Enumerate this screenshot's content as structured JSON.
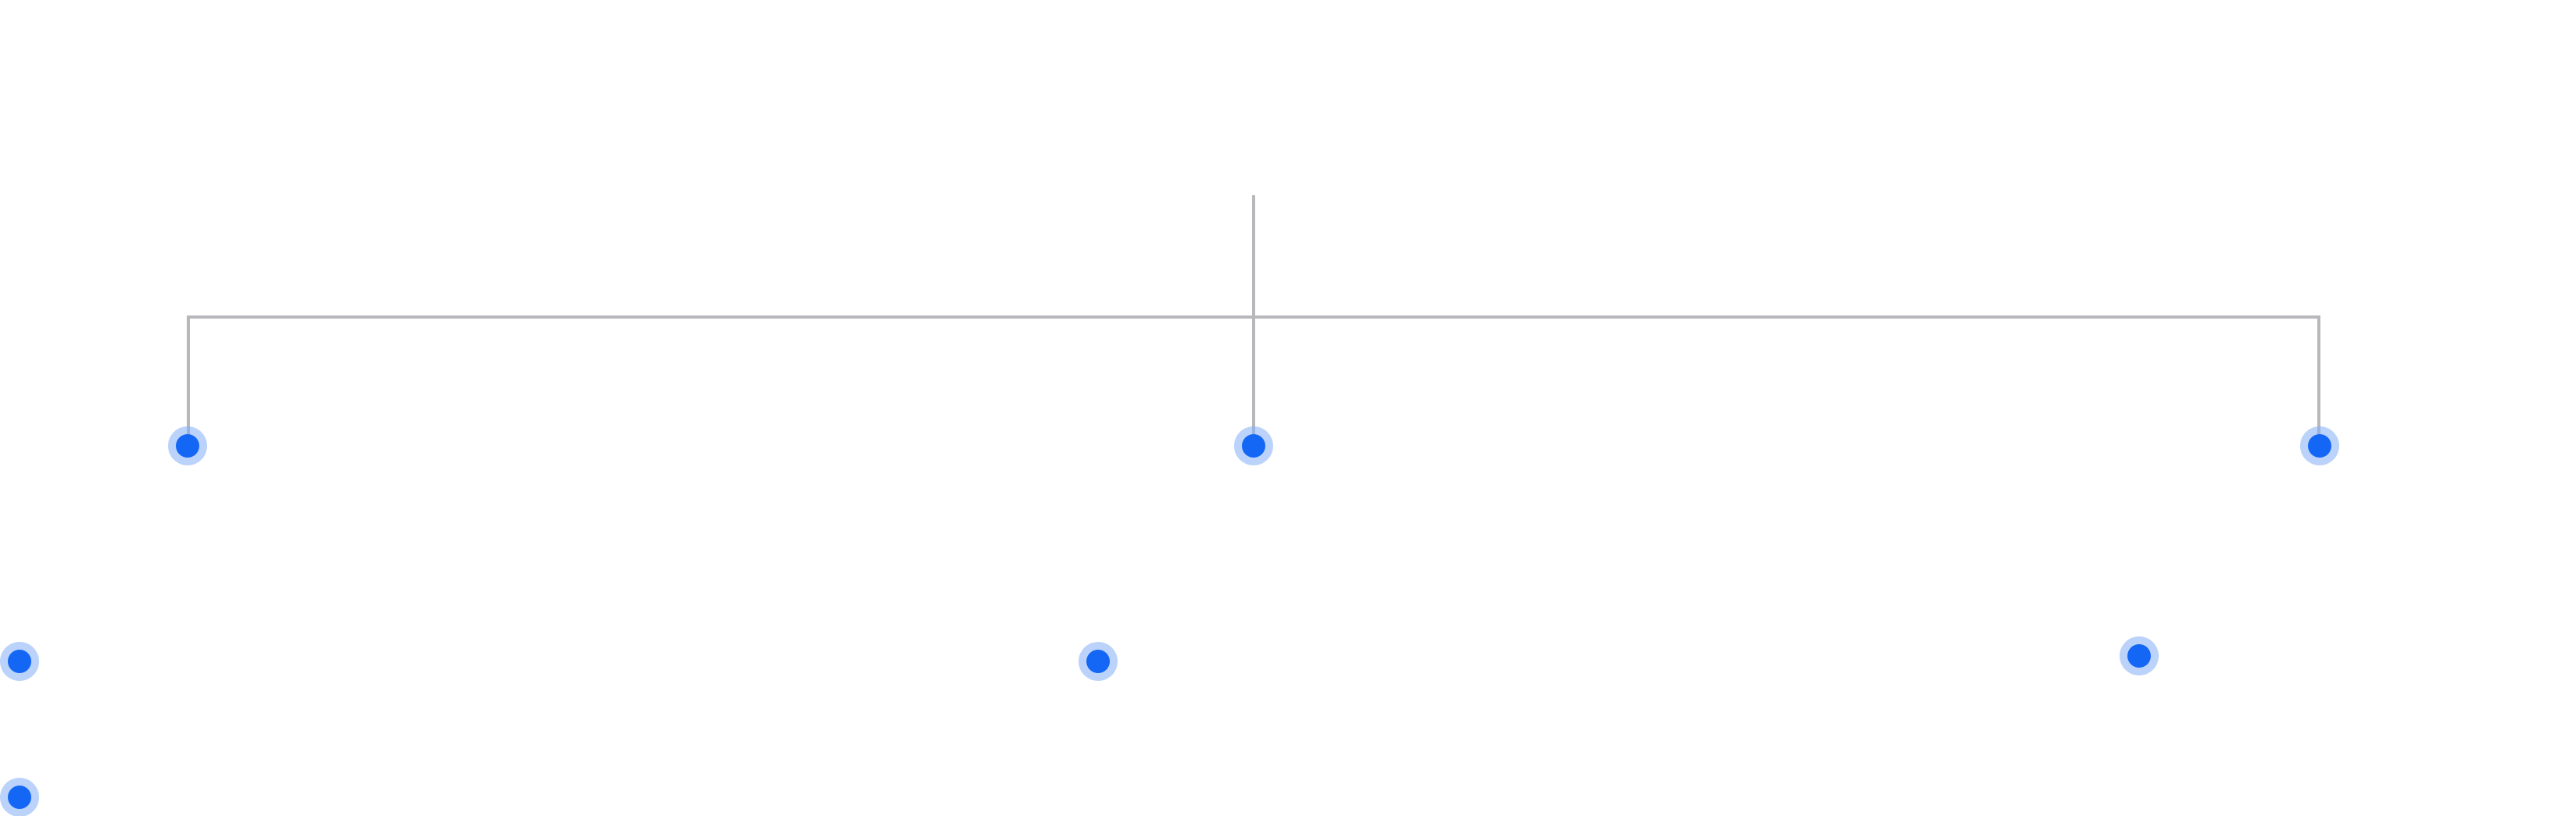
{
  "colors": {
    "connector": "#b8b8bc",
    "node_fill": "#1466f5",
    "node_halo": "#84aef5",
    "background": "#ffffff"
  },
  "diagram": {
    "type": "tree",
    "labels_visible": false,
    "root": {
      "id": "root",
      "children": [
        "child-left",
        "child-center",
        "child-right"
      ]
    },
    "nodes": [
      {
        "id": "child-left",
        "level": 1,
        "connected": true
      },
      {
        "id": "child-center",
        "level": 1,
        "connected": true
      },
      {
        "id": "child-right",
        "level": 1,
        "connected": true
      },
      {
        "id": "grandchild-left-a",
        "level": 2,
        "connected": false
      },
      {
        "id": "grandchild-left-b",
        "level": 3,
        "connected": false
      },
      {
        "id": "grandchild-center",
        "level": 2,
        "connected": false
      },
      {
        "id": "grandchild-right",
        "level": 2,
        "connected": false
      }
    ]
  }
}
